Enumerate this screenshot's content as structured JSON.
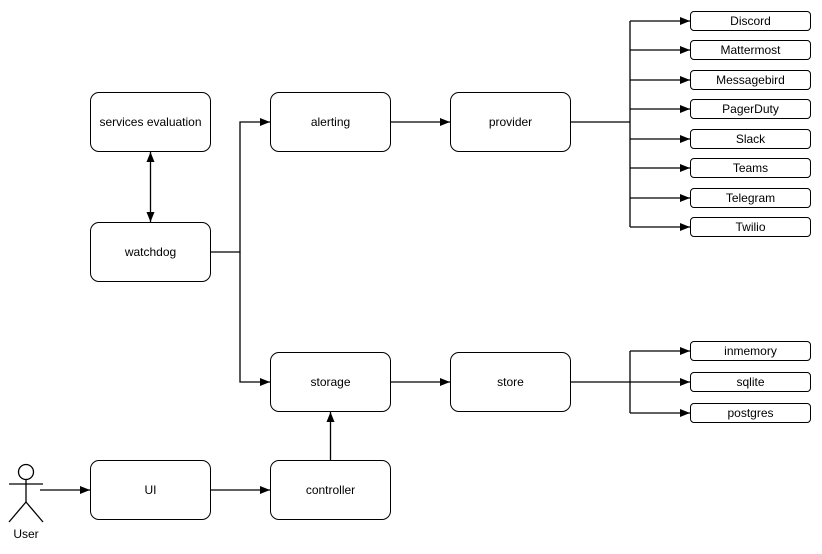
{
  "nodes": {
    "services_evaluation": "services evaluation",
    "watchdog": "watchdog",
    "alerting": "alerting",
    "provider": "provider",
    "storage": "storage",
    "store": "store",
    "ui": "UI",
    "controller": "controller"
  },
  "providers": [
    "Discord",
    "Mattermost",
    "Messagebird",
    "PagerDuty",
    "Slack",
    "Teams",
    "Telegram",
    "Twilio"
  ],
  "stores": [
    "inmemory",
    "sqlite",
    "postgres"
  ],
  "actor": {
    "label": "User"
  },
  "edges": [
    {
      "from": "services_evaluation",
      "to": "watchdog",
      "direction": "both"
    },
    {
      "from": "watchdog",
      "to": "alerting",
      "direction": "forward"
    },
    {
      "from": "watchdog",
      "to": "storage",
      "direction": "forward"
    },
    {
      "from": "alerting",
      "to": "provider",
      "direction": "forward"
    },
    {
      "from": "provider",
      "to": "Discord",
      "direction": "forward"
    },
    {
      "from": "provider",
      "to": "Mattermost",
      "direction": "forward"
    },
    {
      "from": "provider",
      "to": "Messagebird",
      "direction": "forward"
    },
    {
      "from": "provider",
      "to": "PagerDuty",
      "direction": "forward"
    },
    {
      "from": "provider",
      "to": "Slack",
      "direction": "forward"
    },
    {
      "from": "provider",
      "to": "Teams",
      "direction": "forward"
    },
    {
      "from": "provider",
      "to": "Telegram",
      "direction": "forward"
    },
    {
      "from": "provider",
      "to": "Twilio",
      "direction": "forward"
    },
    {
      "from": "storage",
      "to": "store",
      "direction": "forward"
    },
    {
      "from": "store",
      "to": "inmemory",
      "direction": "forward"
    },
    {
      "from": "store",
      "to": "sqlite",
      "direction": "forward"
    },
    {
      "from": "store",
      "to": "postgres",
      "direction": "forward"
    },
    {
      "from": "controller",
      "to": "storage",
      "direction": "forward"
    },
    {
      "from": "ui",
      "to": "controller",
      "direction": "forward"
    },
    {
      "from": "user",
      "to": "ui",
      "direction": "forward"
    }
  ],
  "colors": {
    "stroke": "#000000",
    "node_fill": "#ffffff",
    "background": "#ffffff",
    "text": "#000000"
  }
}
